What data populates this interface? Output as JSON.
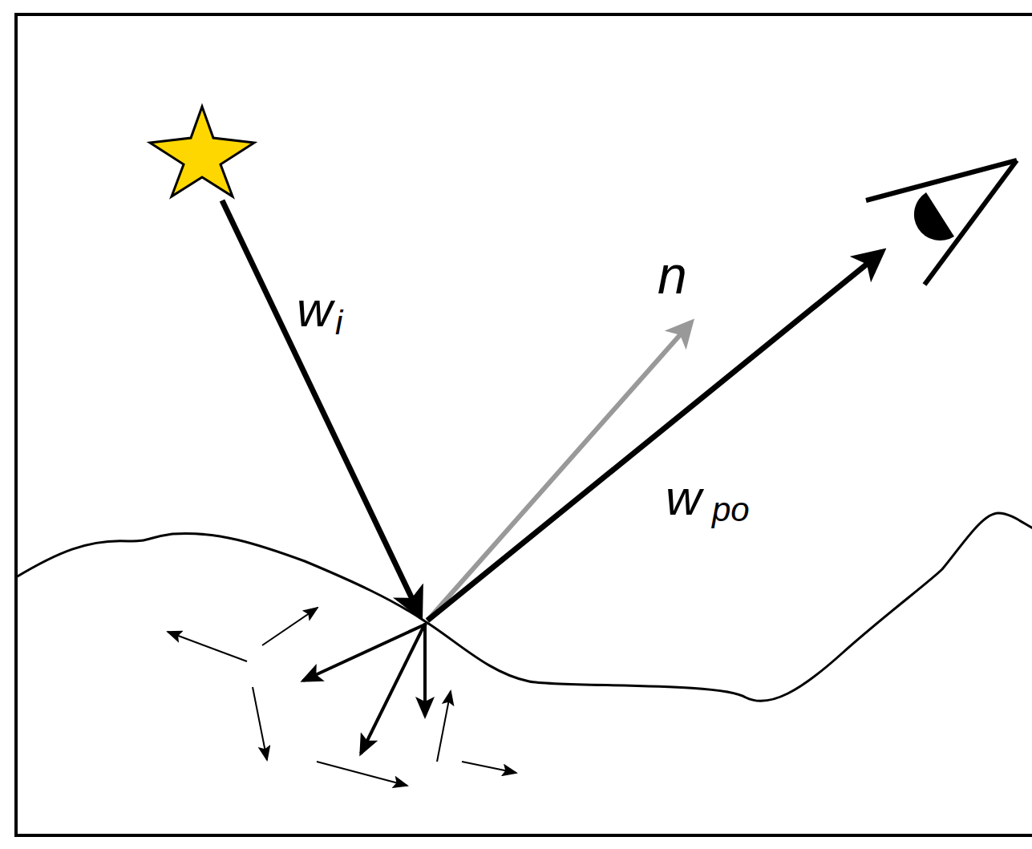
{
  "diagram": {
    "labels": [
      "w",
      "i",
      "n",
      "w",
      "po"
    ]
  }
}
